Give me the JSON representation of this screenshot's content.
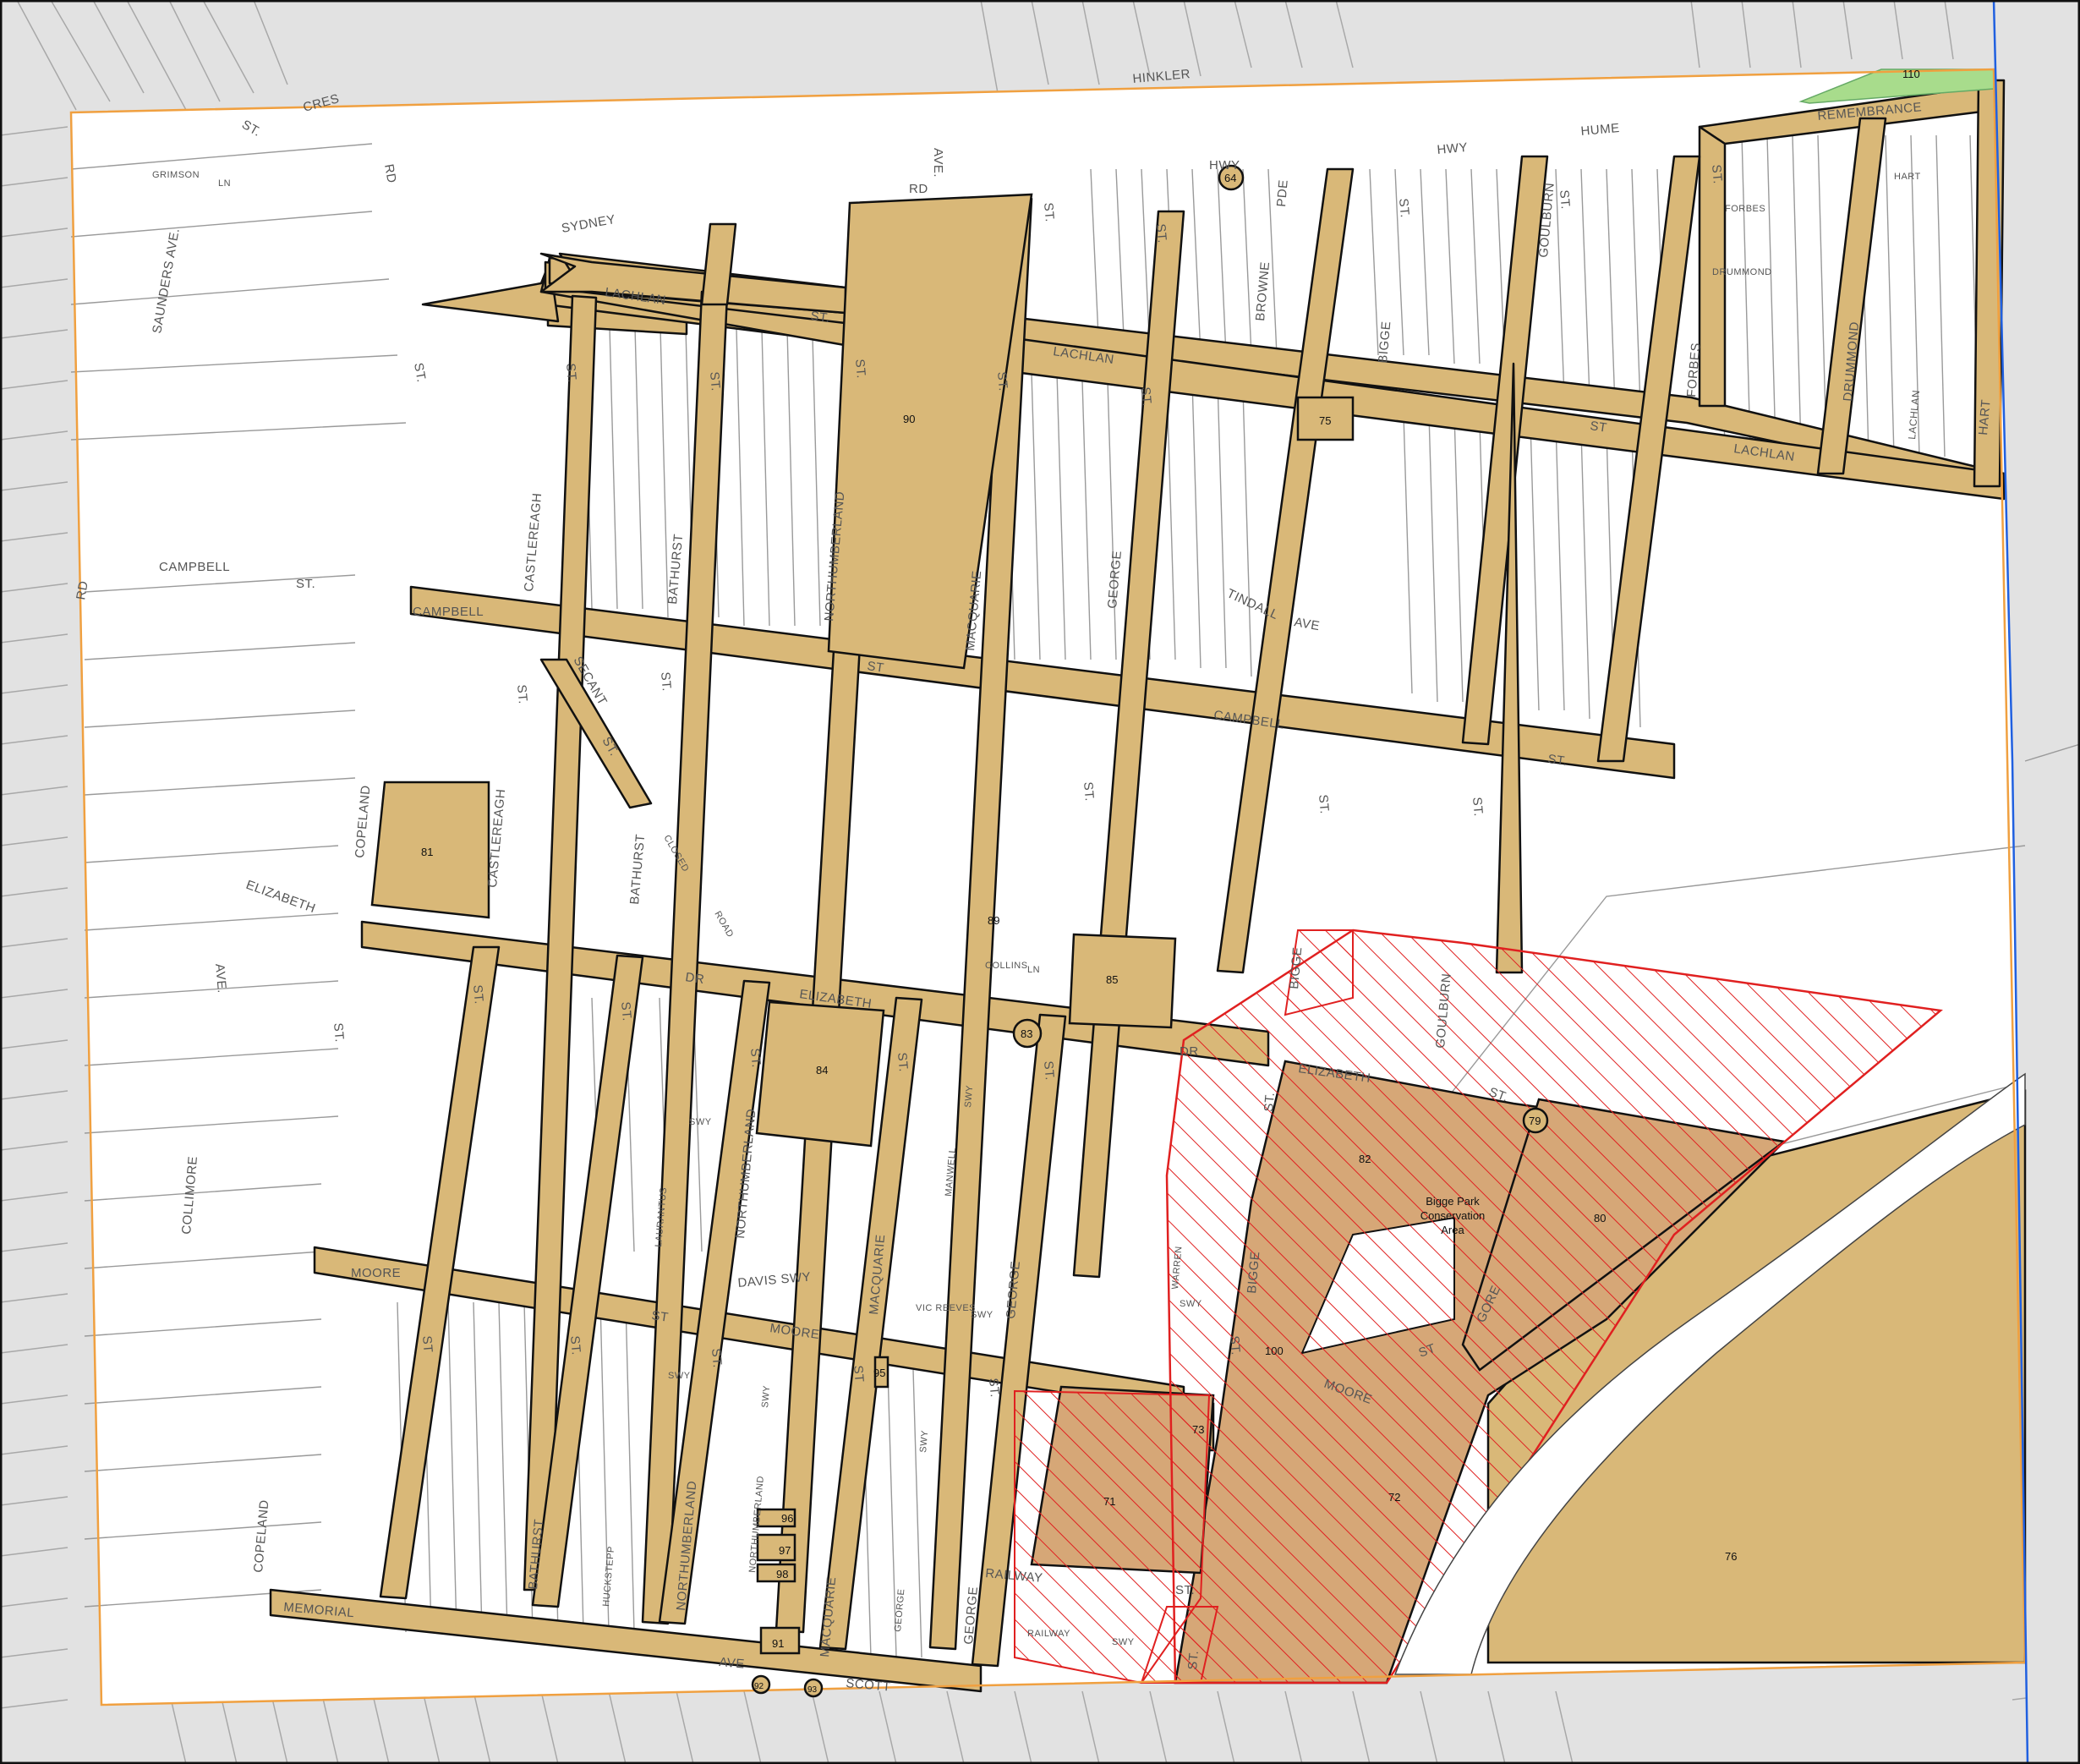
{
  "colors": {
    "outside": "#e2e2e2",
    "inside": "#ffffff",
    "road_fill": "#d9b878",
    "heritage_fill": "#d6a777",
    "hatch": "#e02020",
    "boundary": "#f0a040",
    "cadastre": "#9a9a9a",
    "green": "#a8dc8c",
    "blue_line": "#2060e0"
  },
  "streets": {
    "sydney": "SYDNEY",
    "rd_top": "RD",
    "ave_top": "AVE.",
    "st_top": "ST.",
    "cres": "CRES",
    "grimson": "GRIMSON",
    "ln": "LN",
    "saunders": "SAUNDERS AVE.",
    "rd_left": "RD",
    "st_left": "ST.",
    "campbell_w": "CAMPBELL",
    "st_campbell_w": "ST.",
    "rd_west": "RD",
    "lachlan_1": "LACHLAN",
    "st_lachlan_1": "ST.",
    "lachlan_2": "LACHLAN",
    "st_lachlan_2": "ST",
    "lachlan_3": "LACHLAN",
    "hume": "HUME",
    "hwy": "HWY",
    "hwy2": "HWY",
    "hinkler": "HINKLER",
    "remembrance": "REMEMBRANCE",
    "hart": "HART",
    "hart_ln": "HART",
    "forbes_ln": "FORBES",
    "drummond_ln": "DRUMMOND",
    "castlereagh_1": "CASTLEREAGH",
    "st_castlereagh_1": "ST.",
    "bathurst_1": "BATHURST",
    "st_bathurst_1": "ST.",
    "northumberland_1": "NORTHUMBERLAND",
    "st_north_1": "ST.",
    "macquarie_1": "MACQUARIE",
    "st_macq_1": "ST.",
    "st_macq_top": "ST.",
    "george_1": "GEORGE",
    "st_george_1": "ST.",
    "st_george_top": "ST.",
    "browne": "BROWNE",
    "pde": "PDE",
    "bigge_1": "BIGGE",
    "st_bigge_1": "ST.",
    "goulburn_1": "GOULBURN",
    "st_goulburn_1": "ST.",
    "forbes_1": "FORBES",
    "st_forbes_1": "ST.",
    "drummond": "DRUMMOND",
    "lachlan_ln": "LACHLAN",
    "campbell_1": "CAMPBELL",
    "st_campbell_mid": "ST",
    "campbell_2": "CAMPBELL",
    "st_campbell_e": "ST.",
    "tindall": "TINDALL",
    "ave_tindall": "AVE",
    "secant": "SECANT",
    "st_secant": "ST.",
    "closed_road": "CLOSED",
    "road": "ROAD",
    "copeland_1": "COPELAND",
    "castlereagh_2": "CASTLEREAGH",
    "bathurst_2": "BATHURST",
    "st_left2": "ST.",
    "st_castle2": "ST.",
    "st_bath2": "ST.",
    "st_north2": "ST.",
    "st_macq2": "ST.",
    "st_george2": "ST.",
    "st_bigge2": "ST.",
    "st_goulburn2": "ST.",
    "elizabeth_w": "ELIZABETH",
    "ave_w": "AVE.",
    "dr": "DR",
    "elizabeth_1": "ELIZABETH",
    "dr_2": "DR",
    "elizabeth_2": "ELIZABETH",
    "collins": "COLLINS",
    "ln_collins": "LN",
    "bigge_2": "BIGGE",
    "goulburn_2": "GOULBURN",
    "st_e": "ST.",
    "northumberland_2": "NORTHUMBERLAND",
    "macquarie_2": "MACQUARIE",
    "george_2": "GEORGE",
    "swy": "SWY",
    "manwell": "MANWELL",
    "swy2": "SWY",
    "laurantus": "LAURANTUS",
    "davis": "DAVIS SWY",
    "vic_reeves": "VIC REEVES",
    "swy3": "SWY",
    "warren": "WARREN",
    "swy4": "SWY",
    "bigge_3": "BIGGE",
    "gore": "GORE",
    "collimore": "COLLIMORE",
    "ave_coll": "AVE.",
    "moore_w": "MOORE",
    "st_moore_w": "ST",
    "st_moore_mid": "ST",
    "moore_1": "MOORE",
    "moore_2": "MOORE",
    "st_moore_e": "ST",
    "st_row3a": "ST",
    "st_row3b": "ST.",
    "st_row3c": "ST.",
    "st_row3d": "ST",
    "st_row3e": "ST.",
    "st_row3f": "ST.",
    "swy5": "SWY",
    "swy6": "SWY",
    "swy7": "SWY",
    "northumberland_3": "NORTHUMBERLAND",
    "bathurst_3": "BATHURST",
    "macquarie_3": "MACQUARIE",
    "george_3": "GEORGE",
    "george_4": "GEORGE",
    "huckstepp": "HUCKSTEPP",
    "northumberland_4": "NORTHUMBERLAND",
    "copeland_2": "COPELAND",
    "memorial": "MEMORIAL",
    "ave_mem": "AVE",
    "scott": "SCOTT",
    "railway": "RAILWAY",
    "railway_2": "RAILWAY",
    "swy8": "SWY",
    "st_rail": "ST.",
    "st_rail2": "ST."
  },
  "lots": {
    "l110": "110",
    "l64": "64",
    "l90": "90",
    "l75": "75",
    "l81": "81",
    "l89": "89",
    "l85": "85",
    "l84": "84",
    "l83": "83",
    "l82": "82",
    "l79": "79",
    "l80": "80",
    "l100": "100",
    "l95": "95",
    "l73": "73",
    "l71": "71",
    "l72": "72",
    "l76": "76",
    "l96": "96",
    "l97": "97",
    "l98": "98",
    "l91": "91",
    "l92": "92",
    "l93": "93"
  },
  "area": {
    "line1": "Bigge Park",
    "line2": "Conservation",
    "line3": "Area"
  }
}
